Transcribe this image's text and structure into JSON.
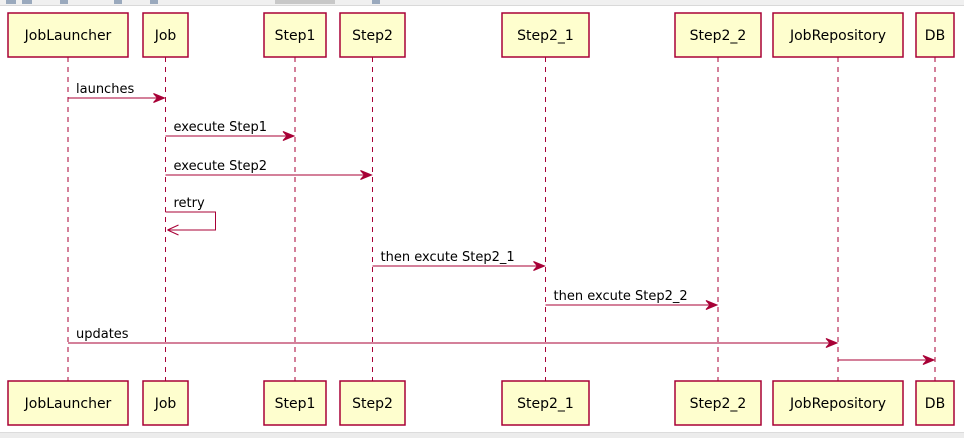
{
  "participants": [
    {
      "id": "joblauncher",
      "name": "JobLauncher"
    },
    {
      "id": "job",
      "name": "Job"
    },
    {
      "id": "step1",
      "name": "Step1"
    },
    {
      "id": "step2",
      "name": "Step2"
    },
    {
      "id": "step2_1",
      "name": "Step2_1"
    },
    {
      "id": "step2_2",
      "name": "Step2_2"
    },
    {
      "id": "jobrepository",
      "name": "JobRepository"
    },
    {
      "id": "db",
      "name": "DB"
    }
  ],
  "messages": [
    {
      "from": "joblauncher",
      "to": "job",
      "label": "launches"
    },
    {
      "from": "job",
      "to": "step1",
      "label": "execute Step1"
    },
    {
      "from": "job",
      "to": "step2",
      "label": "execute Step2"
    },
    {
      "from": "job",
      "to": "job",
      "label": "retry"
    },
    {
      "from": "step2",
      "to": "step2_1",
      "label": "then excute Step2_1"
    },
    {
      "from": "step2_1",
      "to": "step2_2",
      "label": "then excute Step2_2"
    },
    {
      "from": "joblauncher",
      "to": "jobrepository",
      "label": "updates"
    },
    {
      "from": "jobrepository",
      "to": "db",
      "label": ""
    }
  ],
  "colors": {
    "line": "#a80036",
    "box_fill": "#fefece",
    "text": "#000000",
    "background": "#ffffff"
  }
}
